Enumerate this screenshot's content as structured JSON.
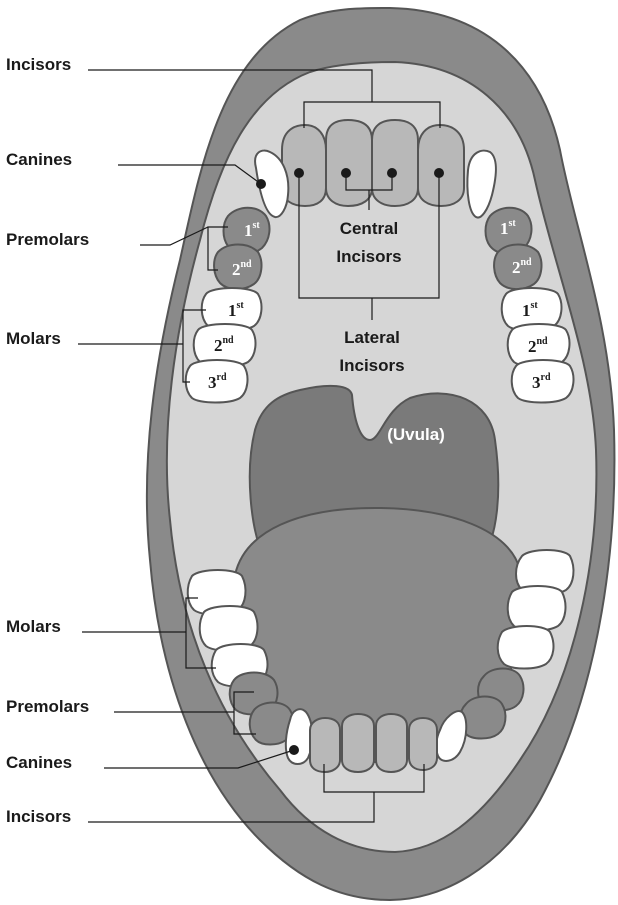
{
  "labels": {
    "left_upper_incisors": "Incisors",
    "left_upper_canines": "Canines",
    "left_upper_premolars": "Premolars",
    "left_upper_molars": "Molars",
    "left_lower_molars": "Molars",
    "left_lower_premolars": "Premolars",
    "left_lower_canines": "Canines",
    "left_lower_incisors": "Incisors"
  },
  "center_labels": {
    "central_line1": "Central",
    "central_line2": "Incisors",
    "lateral_line1": "Lateral",
    "lateral_line2": "Incisors",
    "uvula": "(Uvula)"
  },
  "tooth_numbers": {
    "first": "1",
    "first_sup": "st",
    "second": "2",
    "second_sup": "nd",
    "third": "3",
    "third_sup": "rd"
  },
  "colors": {
    "lips": "#8a8a8a",
    "palate": "#d6d6d6",
    "tongue": "#8a8a8a",
    "throat": "#7a7a7a",
    "tooth_white": "#ffffff",
    "tooth_light_gray": "#b8b8b8",
    "tooth_dark_gray": "#8a8a8a"
  }
}
